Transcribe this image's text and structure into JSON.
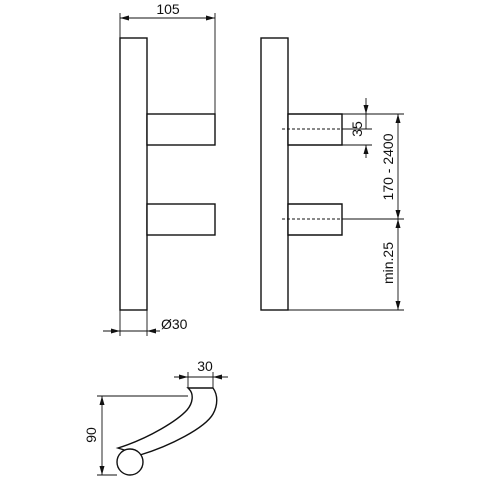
{
  "front_view": {
    "dim_width": "105",
    "dim_diameter": "Ø30"
  },
  "side_view": {
    "dim_standoff": "35",
    "dim_centers": "170 - 2400",
    "dim_min_end": "min.25"
  },
  "bottom_view": {
    "dim_offset": "30",
    "dim_height": "90"
  },
  "colors": {
    "line": "#111111",
    "background": "#ffffff"
  }
}
